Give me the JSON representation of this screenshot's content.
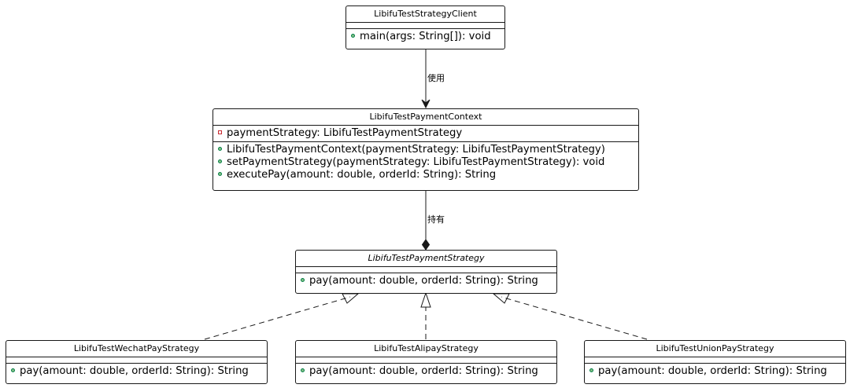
{
  "classes": {
    "client": {
      "name": "LibifuTestStrategyClient",
      "methods": [
        {
          "visibility": "public",
          "text": "main(args: String[]): void"
        }
      ]
    },
    "context": {
      "name": "LibifuTestPaymentContext",
      "fields": [
        {
          "visibility": "private",
          "text": "paymentStrategy: LibifuTestPaymentStrategy"
        }
      ],
      "methods": [
        {
          "visibility": "public",
          "text": "LibifuTestPaymentContext(paymentStrategy: LibifuTestPaymentStrategy)"
        },
        {
          "visibility": "public",
          "text": "setPaymentStrategy(paymentStrategy: LibifuTestPaymentStrategy): void"
        },
        {
          "visibility": "public",
          "text": "executePay(amount: double, orderId: String): String"
        }
      ]
    },
    "strategy": {
      "name": "LibifuTestPaymentStrategy",
      "abstract": true,
      "methods": [
        {
          "visibility": "public",
          "text": "pay(amount: double, orderId: String): String"
        }
      ]
    },
    "wechat": {
      "name": "LibifuTestWechatPayStrategy",
      "methods": [
        {
          "visibility": "public",
          "text": "pay(amount: double, orderId: String): String"
        }
      ]
    },
    "alipay": {
      "name": "LibifuTestAlipayStrategy",
      "methods": [
        {
          "visibility": "public",
          "text": "pay(amount: double, orderId: String): String"
        }
      ]
    },
    "unionpay": {
      "name": "LibifuTestUnionPayStrategy",
      "methods": [
        {
          "visibility": "public",
          "text": "pay(amount: double, orderId: String): String"
        }
      ]
    }
  },
  "relations": {
    "uses_label": "使用",
    "holds_label": "持有"
  },
  "colors": {
    "border": "#181818",
    "public_fill": "#84be84",
    "public_stroke": "#038048",
    "private_stroke": "#c82930"
  }
}
